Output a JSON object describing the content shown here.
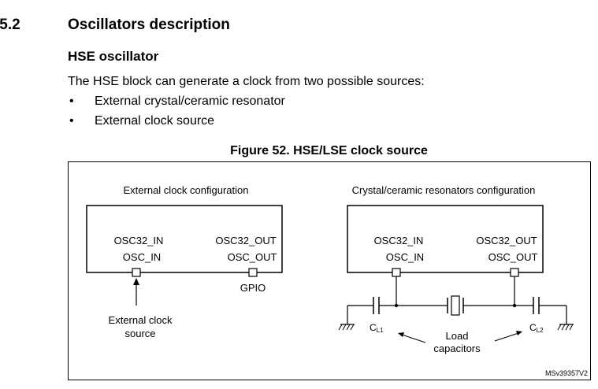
{
  "section": {
    "number": ".5.2",
    "title": "Oscillators description"
  },
  "subsection": {
    "title": "HSE oscillator"
  },
  "paragraph": "The HSE block can generate a clock from two possible sources:",
  "bullets": [
    "External crystal/ceramic resonator",
    "External clock source"
  ],
  "bullet_char": "•",
  "figure": {
    "caption": "Figure 52. HSE/LSE clock source",
    "left_title": "External clock configuration",
    "right_title": "Crystal/ceramic resonators configuration",
    "left_block": {
      "in_top": "OSC32_IN",
      "in_bottom": "OSC_IN",
      "out_top": "OSC32_OUT",
      "out_bottom": "OSC_OUT",
      "gpio": "GPIO",
      "source_line1": "External clock",
      "source_line2": "source"
    },
    "right_block": {
      "in_top": "OSC32_IN",
      "in_bottom": "OSC_IN",
      "out_top": "OSC32_OUT",
      "out_bottom": "OSC_OUT",
      "cl1_main": "C",
      "cl1_sub": "L1",
      "cl2_main": "C",
      "cl2_sub": "L2",
      "load_line1": "Load",
      "load_line2": "capacitors"
    },
    "ref": "MSv39357V2"
  }
}
